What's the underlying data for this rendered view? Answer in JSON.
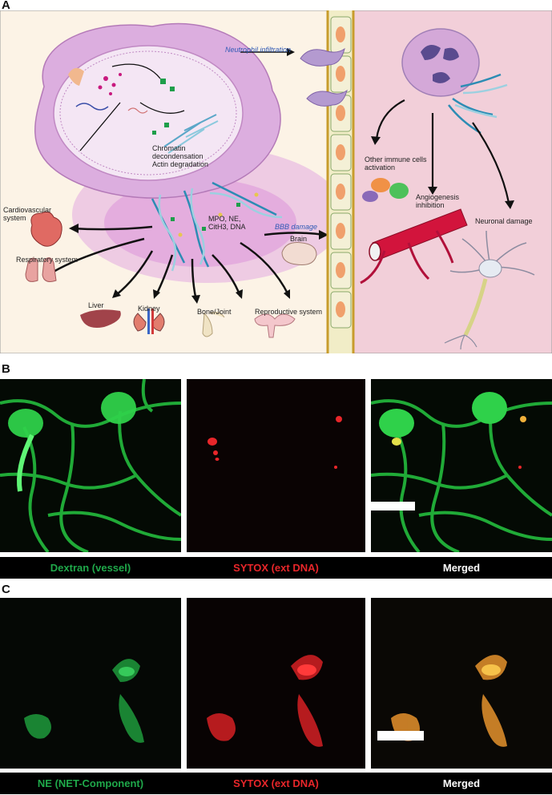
{
  "panels": {
    "a": {
      "letter": "A",
      "labels": {
        "neutrophil_infiltration": "Neutrophil infiltration",
        "chromatin_1": "Chromatin",
        "chromatin_2": "decondensation",
        "chromatin_3": "Actin degradation",
        "net_1": "MPO, NE,",
        "net_2": "CitH3, DNA",
        "bbb_damage": "BBB damage",
        "brain": "Brain",
        "cardio_1": "Cardiovascular",
        "cardio_2": "system",
        "respiratory": "Respiratory system",
        "liver": "Liver",
        "kidney": "Kidney",
        "bone": "Bone/Joint",
        "reproductive": "Reproductive system",
        "immune_1": "Other immune cells",
        "immune_2": "activation",
        "angio_1": "Angiogenesis",
        "angio_2": "inhibition",
        "neuronal": "Neuronal damage"
      }
    },
    "b": {
      "letter": "B",
      "captions": [
        "Dextran (vessel)",
        "SYTOX (ext DNA)",
        "Merged"
      ]
    },
    "c": {
      "letter": "C",
      "captions": [
        "NE (NET-Component)",
        "SYTOX (ext DNA)",
        "Merged"
      ]
    }
  },
  "colors": {
    "green_channel": "#1fa84a",
    "red_channel": "#e8262a",
    "merged_text": "#ffffff",
    "background_cream": "#fcf3e6",
    "background_pink": "#f2cfd9"
  }
}
